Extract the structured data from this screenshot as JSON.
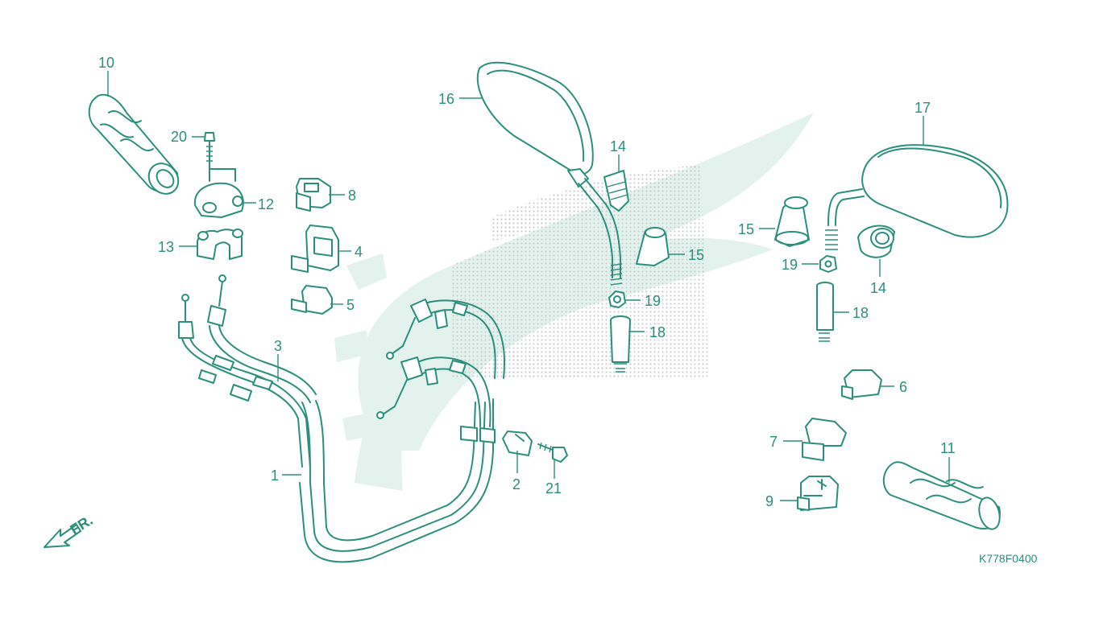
{
  "diagram": {
    "drawing_code": "K778F0400",
    "front_indicator": "FR.",
    "watermark_text": "HONDA",
    "colors": {
      "line": "#2a8f7c",
      "watermark": "#dcefe9",
      "dots": "#bfc4c2"
    },
    "callouts": {
      "c1": "1",
      "c2": "2",
      "c3": "3",
      "c4": "4",
      "c5": "5",
      "c6": "6",
      "c7": "7",
      "c8": "8",
      "c9": "9",
      "c10": "10",
      "c11": "11",
      "c12": "12",
      "c13": "13",
      "c14a": "14",
      "c14b": "14",
      "c15a": "15",
      "c15b": "15",
      "c16": "16",
      "c17": "17",
      "c18a": "18",
      "c18b": "18",
      "c19a": "19",
      "c19b": "19",
      "c20": "20",
      "c21": "21"
    }
  }
}
